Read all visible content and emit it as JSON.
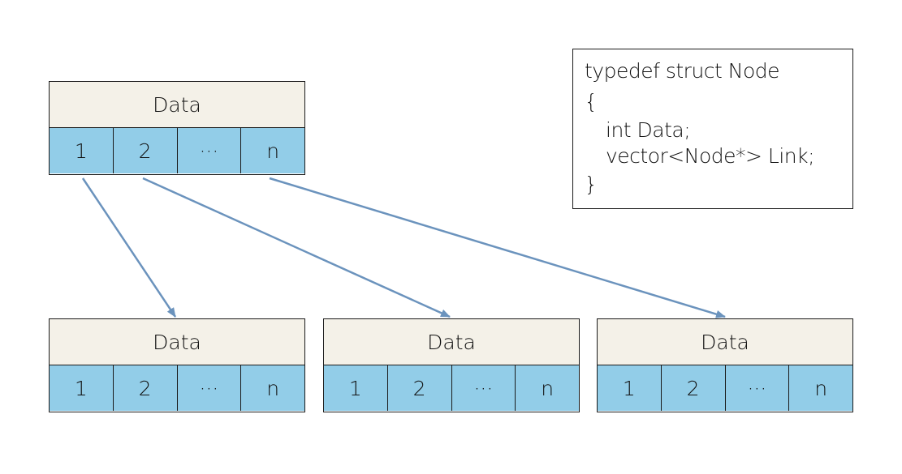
{
  "nodes": {
    "parent": {
      "data_label": "Data",
      "links": [
        "1",
        "2",
        "···",
        "n"
      ]
    },
    "children": [
      {
        "data_label": "Data",
        "links": [
          "1",
          "2",
          "···",
          "n"
        ]
      },
      {
        "data_label": "Data",
        "links": [
          "1",
          "2",
          "···",
          "n"
        ]
      },
      {
        "data_label": "Data",
        "links": [
          "1",
          "2",
          "···",
          "n"
        ]
      }
    ]
  },
  "code": {
    "line1": "typedef struct Node",
    "line2": "{",
    "line3": "int Data;",
    "line4": "vector<Node*> Link;",
    "line5": "}"
  },
  "colors": {
    "data_fill": "#f4f1e8",
    "link_fill": "#92cde8",
    "arrow": "#6b93bd",
    "border": "#1a1a1a"
  }
}
